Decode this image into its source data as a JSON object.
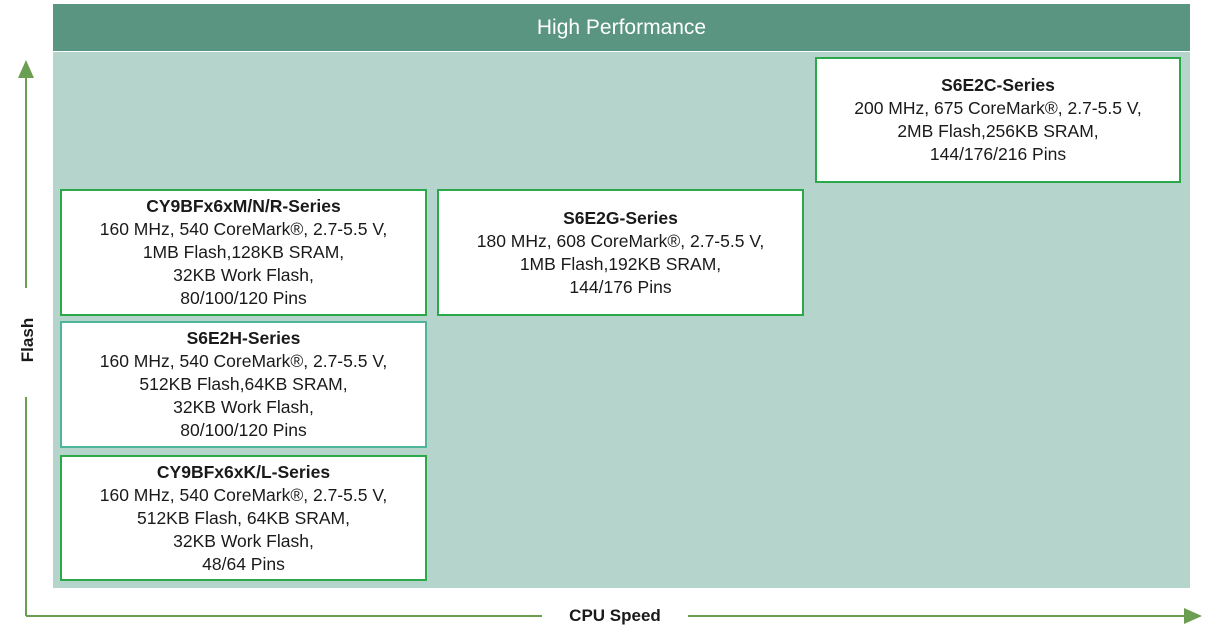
{
  "header": {
    "title": "High Performance"
  },
  "axes": {
    "y_label": "Flash",
    "x_label": "CPU Speed"
  },
  "colors": {
    "header": "#5a9581",
    "panel": "#b5d4cc",
    "border_green": "#2aa84a",
    "border_teal": "#4fb59a",
    "arrow": "#6a9e50"
  },
  "boxes": [
    {
      "title": "S6E2C-Series",
      "lines": [
        "200 MHz, 675 CoreMark®, 2.7-5.5 V,",
        "2MB Flash,256KB SRAM,",
        "144/176/216 Pins"
      ]
    },
    {
      "title": "CY9BFx6xM/N/R-Series",
      "lines": [
        "160 MHz, 540 CoreMark®, 2.7-5.5 V,",
        "1MB Flash,128KB SRAM,",
        "32KB Work Flash,",
        "80/100/120 Pins"
      ]
    },
    {
      "title": "S6E2G-Series",
      "lines": [
        "180 MHz, 608 CoreMark®, 2.7-5.5 V,",
        "1MB Flash,192KB SRAM,",
        "144/176 Pins"
      ]
    },
    {
      "title": "S6E2H-Series",
      "lines": [
        "160 MHz, 540 CoreMark®, 2.7-5.5 V,",
        "512KB Flash,64KB SRAM,",
        "32KB Work Flash,",
        "80/100/120 Pins"
      ]
    },
    {
      "title": "CY9BFx6xK/L-Series",
      "lines": [
        "160 MHz, 540 CoreMark®, 2.7-5.5 V,",
        "512KB Flash, 64KB SRAM,",
        "32KB Work Flash,",
        "48/64 Pins"
      ]
    }
  ]
}
